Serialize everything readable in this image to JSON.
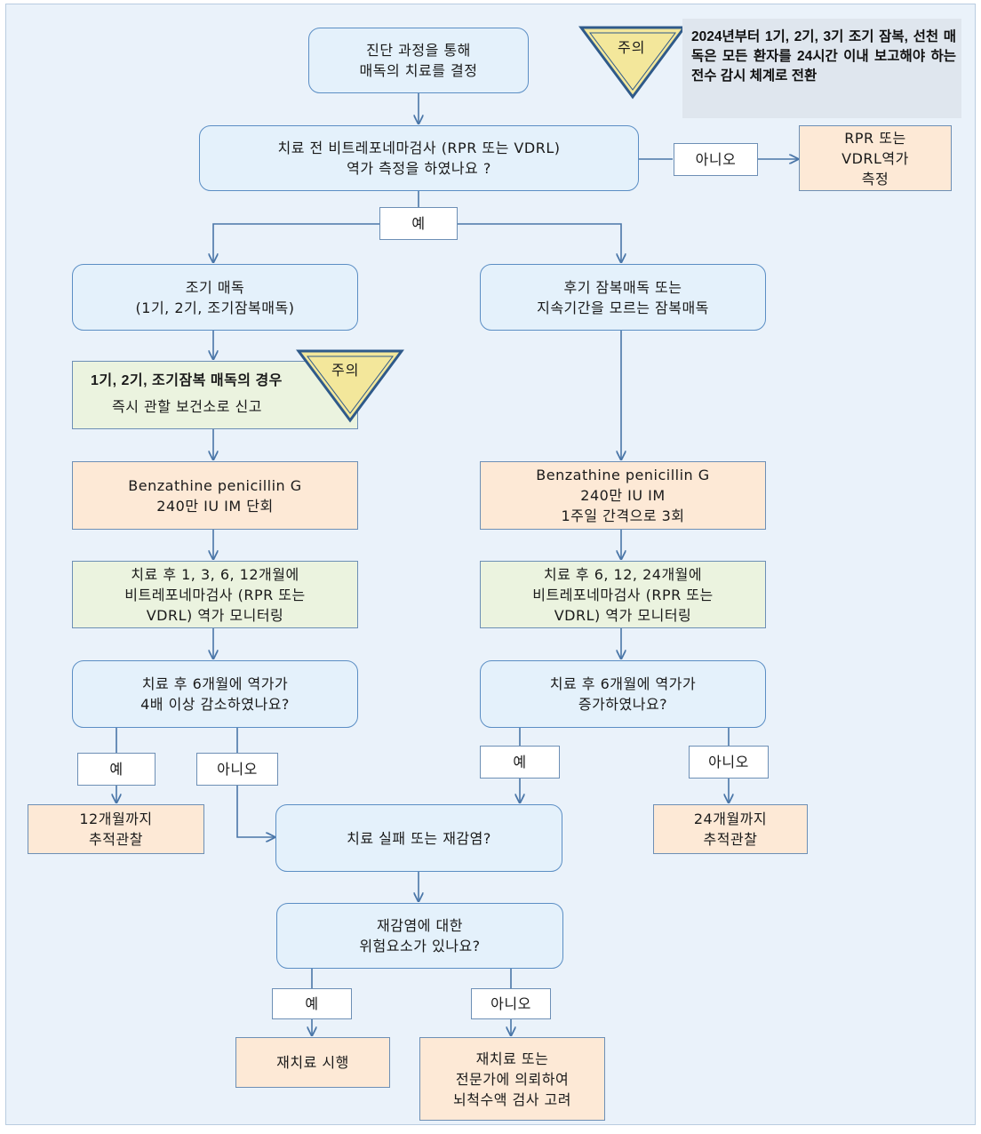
{
  "notice": {
    "badge": "주의",
    "text": "2024년부터 1기, 2기, 3기 조기 잠복, 선천 매독은 모든 환자를 24시간 이내 보고해야 하는 전수 감시 체계로 전환"
  },
  "nodes": {
    "start": [
      "진단 과정을 통해",
      "매독의 치료를 결정"
    ],
    "pretest_q": [
      "치료 전 비트레포네마검사 (RPR 또는 VDRL)",
      "역가 측정을 하였나요 ?"
    ],
    "measure": [
      "RPR 또는",
      "VDRL역가",
      "측정"
    ],
    "early": [
      "조기 매독",
      "(1기, 2기, 조기잠복매독)"
    ],
    "late": [
      "후기 잠복매독 또는",
      "지속기간을 모르는 잠복매독"
    ],
    "report": {
      "badge": "주의",
      "lines": [
        "1기, 2기, 조기잠복 매독의 경우",
        "즉시 관할 보건소로 신고"
      ]
    },
    "early_tx": [
      "Benzathine penicillin G",
      "240만 IU IM 단회"
    ],
    "late_tx": [
      "Benzathine penicillin G",
      "240만 IU IM",
      "1주일 간격으로 3회"
    ],
    "early_mon": [
      "치료 후 1, 3, 6, 12개월에",
      "비트레포네마검사 (RPR 또는",
      "VDRL) 역가 모니터링"
    ],
    "late_mon": [
      "치료 후 6, 12, 24개월에",
      "비트레포네마검사 (RPR 또는",
      "VDRL) 역가 모니터링"
    ],
    "early_q": [
      "치료 후 6개월에 역가가",
      "4배 이상 감소하였나요?"
    ],
    "late_q": [
      "치료 후 6개월에 역가가",
      "증가하였나요?"
    ],
    "follow12": [
      "12개월까지",
      "추적관찰"
    ],
    "follow24": [
      "24개월까지",
      "추적관찰"
    ],
    "failure_q": [
      "치료 실패 또는 재감염?"
    ],
    "risk_q": [
      "재감염에 대한",
      "위험요소가 있나요?"
    ],
    "retreat": [
      "재치료 시행"
    ],
    "refer": [
      "재치료 또는",
      "전문가에 의뢰하여",
      "뇌척수액 검사 고려"
    ]
  },
  "labels": {
    "yes": "예",
    "no": "아니오"
  },
  "colors": {
    "question_fill": "#e4f1fb",
    "action_fill": "#fde9d6",
    "monitor_fill": "#ebf3df",
    "border": "#5b8ec4",
    "warning_fill": "#f3e79b"
  }
}
